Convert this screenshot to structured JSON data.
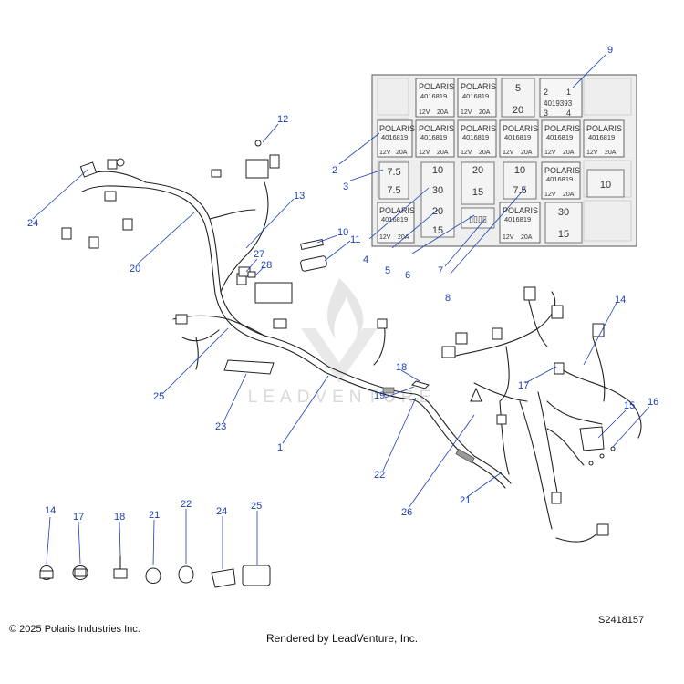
{
  "callouts": [
    {
      "id": "c9",
      "label": "9"
    },
    {
      "id": "c2",
      "label": "2"
    },
    {
      "id": "c3",
      "label": "3"
    },
    {
      "id": "c4",
      "label": "4"
    },
    {
      "id": "c5",
      "label": "5"
    },
    {
      "id": "c6",
      "label": "6"
    },
    {
      "id": "c7",
      "label": "7"
    },
    {
      "id": "c8",
      "label": "8"
    },
    {
      "id": "c12",
      "label": "12"
    },
    {
      "id": "c13",
      "label": "13"
    },
    {
      "id": "c24",
      "label": "24"
    },
    {
      "id": "c20",
      "label": "20"
    },
    {
      "id": "c10",
      "label": "10"
    },
    {
      "id": "c11",
      "label": "11"
    },
    {
      "id": "c27",
      "label": "27"
    },
    {
      "id": "c28",
      "label": "28"
    },
    {
      "id": "c14a",
      "label": "14"
    },
    {
      "id": "c17a",
      "label": "17"
    },
    {
      "id": "c18a",
      "label": "18"
    },
    {
      "id": "c19",
      "label": "19"
    },
    {
      "id": "c25a",
      "label": "25"
    },
    {
      "id": "c23",
      "label": "23"
    },
    {
      "id": "c1",
      "label": "1"
    },
    {
      "id": "c15",
      "label": "15"
    },
    {
      "id": "c16",
      "label": "16"
    },
    {
      "id": "c22a",
      "label": "22"
    },
    {
      "id": "c26",
      "label": "26"
    },
    {
      "id": "c21a",
      "label": "21"
    },
    {
      "id": "c14b",
      "label": "14"
    },
    {
      "id": "c17b",
      "label": "17"
    },
    {
      "id": "c18b",
      "label": "18"
    },
    {
      "id": "c21b",
      "label": "21"
    },
    {
      "id": "c22b",
      "label": "22"
    },
    {
      "id": "c24b",
      "label": "24"
    },
    {
      "id": "c25b",
      "label": "25"
    }
  ],
  "relay_box": {
    "brand": "POLARIS",
    "relay_part": "4016819",
    "relay_rating_v": "12V",
    "relay_rating_a": "20A",
    "special_relay_part": "4019393",
    "special_relay_pins_top": "2        1",
    "special_relay_pins_bottom": "3        4",
    "fuses": [
      "5",
      "20",
      "7.5",
      "10",
      "20",
      "10",
      "7.5",
      "30",
      "15",
      "7.5",
      "20",
      "15",
      "30",
      "10",
      "15"
    ]
  },
  "watermark": "LEADVENTURE",
  "footer": {
    "copyright": "© 2025 Polaris Industries Inc.",
    "rendered_by": "Rendered by LeadVenture, Inc.",
    "diagram_id": "S2418157"
  }
}
